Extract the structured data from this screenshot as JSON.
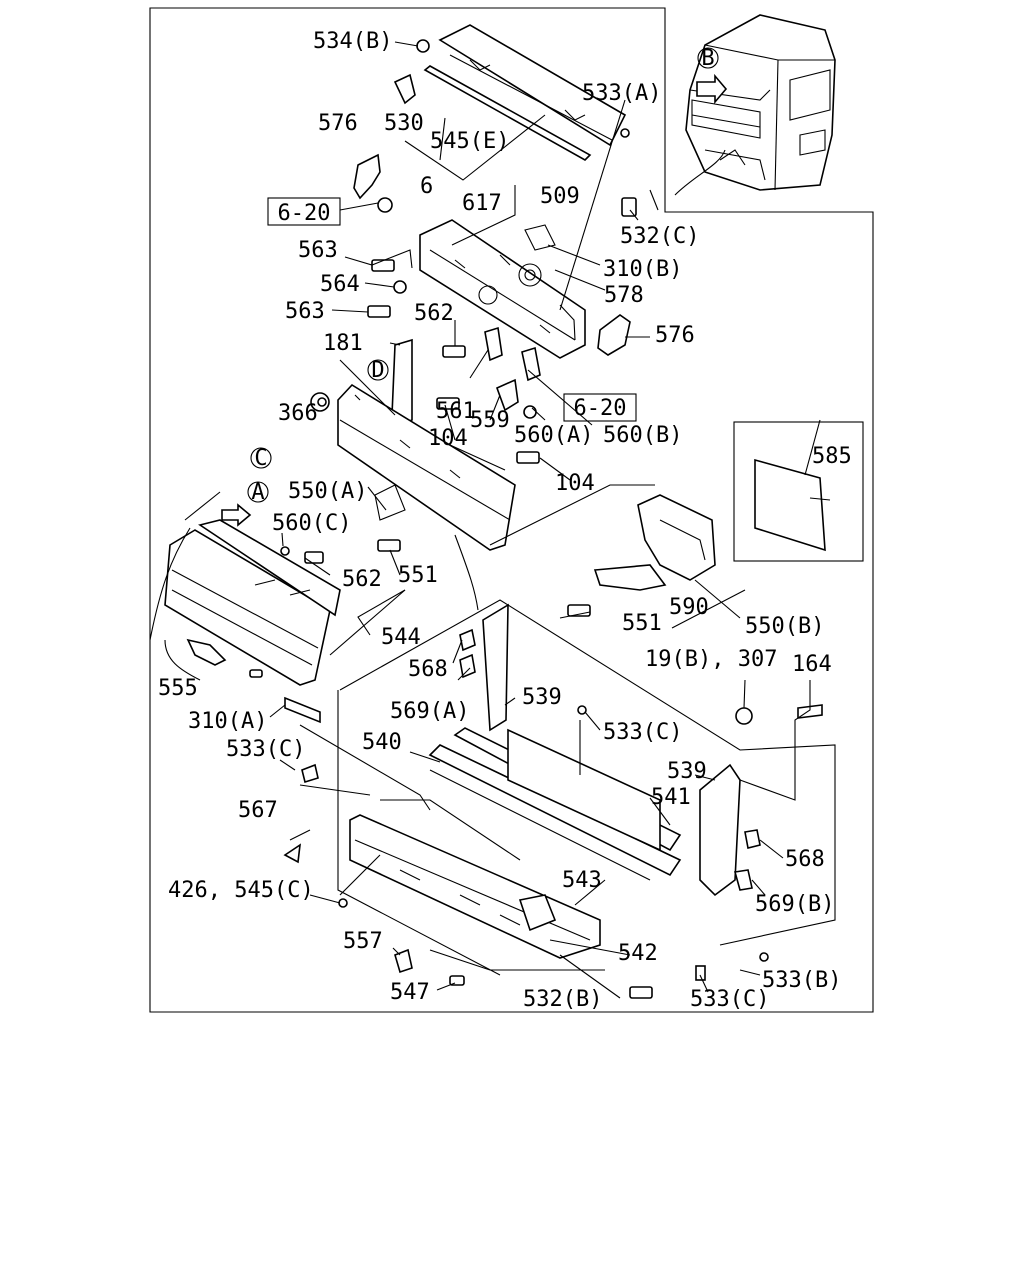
{
  "labels": {
    "p534B": "534(B)",
    "p530": "530",
    "p576a": "576",
    "p545E": "545(E)",
    "p533A": "533(A)",
    "p6": "6",
    "ref620a": "6-20",
    "p617": "617",
    "p509": "509",
    "p532C": "532(C)",
    "p563a": "563",
    "p564": "564",
    "p310B": "310(B)",
    "p578": "578",
    "p563b": "563",
    "p562a": "562",
    "p576b": "576",
    "p181": "181",
    "p561": "561",
    "ref620b": "6-20",
    "p366": "366",
    "p559": "559",
    "p560A": "560(A)",
    "p560B": "560(B)",
    "p104a": "104",
    "p104b": "104",
    "p585": "585",
    "p550A": "550(A)",
    "p560C": "560(C)",
    "p562b": "562",
    "p551a": "551",
    "p590": "590",
    "p551b": "551",
    "p550B": "550(B)",
    "p544": "544",
    "p568a": "568",
    "p19B307": "19(B), 307",
    "p164": "164",
    "p555": "555",
    "p569A": "569(A)",
    "p539a": "539",
    "p310A": "310(A)",
    "p533Ca": "533(C)",
    "p533Cb": "533(C)",
    "p540": "540",
    "p539b": "539",
    "p541": "541",
    "p567": "567",
    "p568b": "568",
    "p543": "543",
    "p426_545C": "426, 545(C)",
    "p569B": "569(B)",
    "p557": "557",
    "p542": "542",
    "p533B": "533(B)",
    "p547": "547",
    "p532B": "532(B)",
    "p533Cc": "533(C)"
  },
  "callouts": {
    "A": "A",
    "B": "B",
    "C": "C",
    "D": "D"
  }
}
